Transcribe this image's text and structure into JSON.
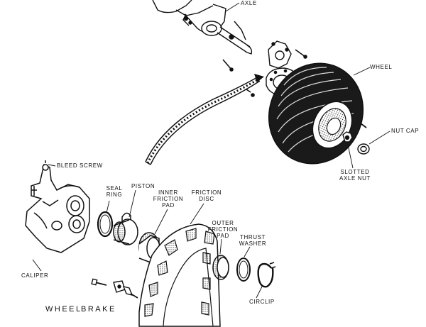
{
  "title": {
    "left": "WHEEL",
    "right": "BRAKE"
  },
  "labels": {
    "axle": "AXLE",
    "wheel": "WHEEL",
    "nut_cap": "NUT CAP",
    "slotted_axle_nut": [
      "SLOTTED",
      "AXLE NUT"
    ],
    "bleed_screw": "BLEED SCREW",
    "seal_ring": [
      "SEAL",
      "RING"
    ],
    "piston": "PISTON",
    "inner_friction_pad": [
      "INNER",
      "FRICTION",
      "PAD"
    ],
    "friction_disc": [
      "FRICTION",
      "DISC"
    ],
    "outer_friction_pad": [
      "OUTER",
      "FRICTION",
      "PAD"
    ],
    "thrust_washer": [
      "THRUST",
      "WASHER"
    ],
    "caliper": "CALIPER",
    "circlip": "CIRCLIP"
  },
  "colors": {
    "ink": "#111111",
    "paper": "#ffffff",
    "tire": "#1a1a1a"
  }
}
